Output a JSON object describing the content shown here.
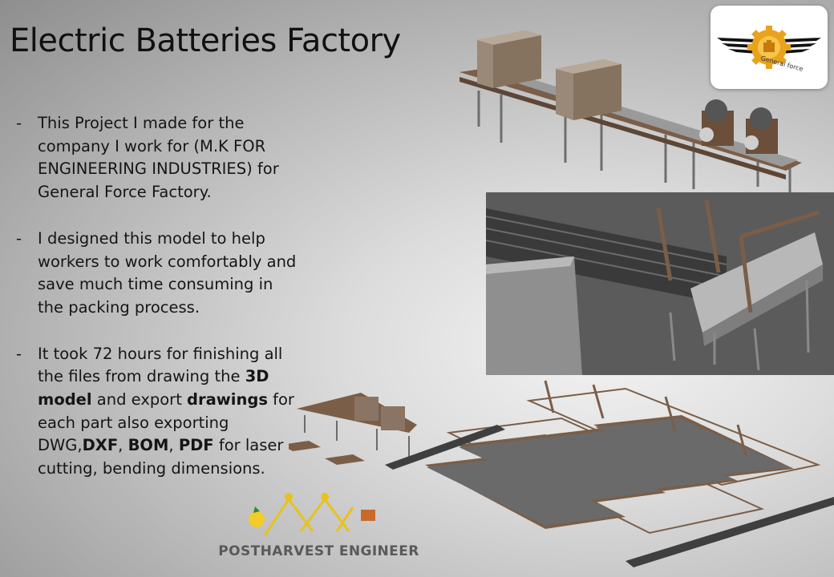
{
  "title": "Electric Batteries Factory",
  "bullets": [
    {
      "dash": "-",
      "segments": [
        {
          "text": "This Project I made for the company I work for (M.K FOR ENGINEERING INDUSTRIES) for General Force Factory.",
          "bold": false
        }
      ]
    },
    {
      "dash": "-",
      "segments": [
        {
          "text": "I designed this model to help workers to work comfortably and save much time consuming in the packing process.",
          "bold": false
        }
      ]
    },
    {
      "dash": "-",
      "segments": [
        {
          "text": "It took 72 hours for finishing all the files from drawing the ",
          "bold": false
        },
        {
          "text": "3D model",
          "bold": true
        },
        {
          "text": " and export ",
          "bold": false
        },
        {
          "text": "drawings",
          "bold": true
        },
        {
          "text": " for each part also exporting DWG,",
          "bold": false
        },
        {
          "text": "DXF",
          "bold": true
        },
        {
          "text": ", ",
          "bold": false
        },
        {
          "text": "BOM",
          "bold": true
        },
        {
          "text": ", ",
          "bold": false
        },
        {
          "text": "PDF",
          "bold": true
        },
        {
          "text": " for laser cutting, bending dimensions.",
          "bold": false
        }
      ]
    }
  ],
  "logo": {
    "text": "General force"
  },
  "watermark": {
    "text": "POSTHARVEST ENGINEER"
  },
  "colors": {
    "frame": "#7a5e48",
    "frame_dark": "#5c4636",
    "belt": "#3f3f3f",
    "metal": "#c9c9c9",
    "gold": "#e8a21c"
  }
}
